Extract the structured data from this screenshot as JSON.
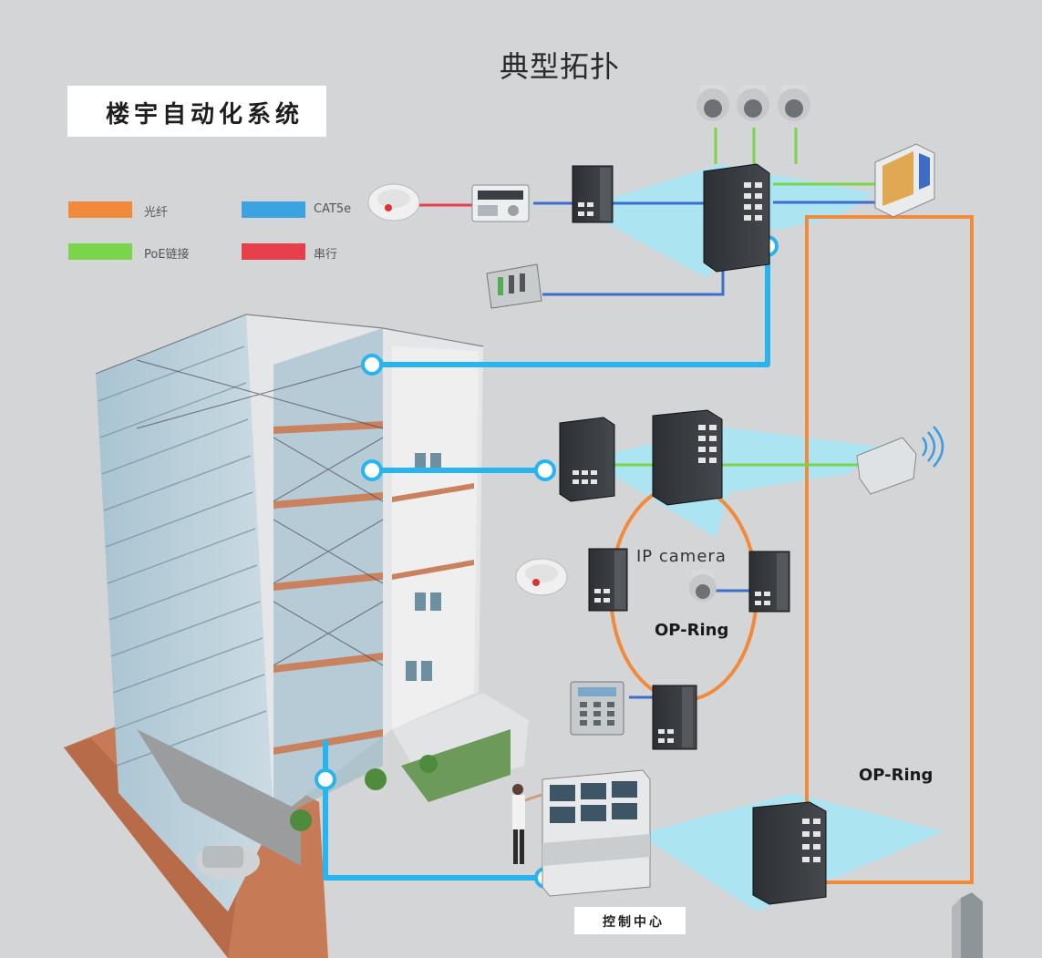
{
  "title": "典型拓扑",
  "building_system_label": "楼宇自动化系统",
  "legend": [
    {
      "label": "光纤",
      "color": "#f28a3c"
    },
    {
      "label": "CAT5e",
      "color": "#3ba3e0"
    },
    {
      "label": "PoE链接",
      "color": "#79d64a"
    },
    {
      "label": "串行",
      "color": "#e8404a"
    }
  ],
  "labels": {
    "ip_camera": "IP camera",
    "op_ring_inner": "OP-Ring",
    "op_ring_outer": "OP-Ring",
    "control_center": "控制中心"
  },
  "colors": {
    "background": "#d4d5d6",
    "fiber": "#f28a3c",
    "cat5e": "#3ba3e0",
    "poe": "#79d64a",
    "serial": "#e8404a",
    "connector": "#27b4ef",
    "zone": "#a9e6f5"
  },
  "icons": [
    "dome-camera-icon",
    "network-switch-icon",
    "smoke-detector-icon",
    "controller-panel-icon",
    "io-module-icon",
    "monitor-icon",
    "wireless-access-point-icon",
    "keypad-icon",
    "control-console-icon",
    "building-icon",
    "skyscraper-icon"
  ]
}
